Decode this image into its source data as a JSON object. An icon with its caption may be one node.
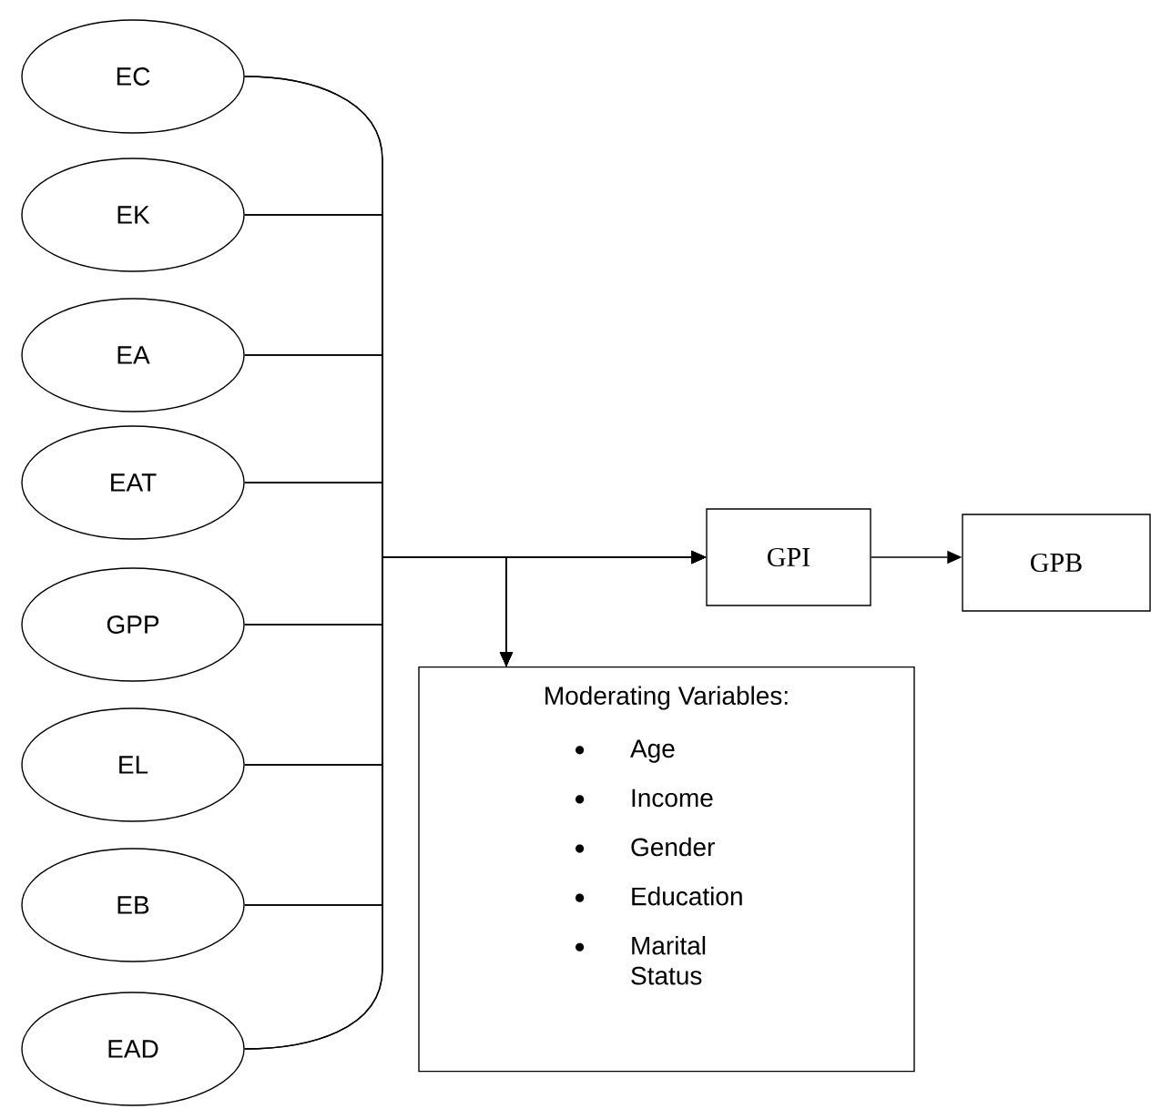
{
  "diagram": {
    "nodes": [
      {
        "text": [
          "EC"
        ]
      },
      {
        "text": [
          "EK"
        ]
      },
      {
        "text": [
          "EA"
        ]
      },
      {
        "text": [
          "EAT"
        ]
      },
      {
        "text": [
          "GPP"
        ]
      },
      {
        "text": [
          "EL"
        ]
      },
      {
        "text": [
          "EB"
        ]
      },
      {
        "text": [
          "EAD"
        ]
      },
      {
        "text": [
          "GPI"
        ]
      },
      {
        "text": [
          "GPB"
        ]
      },
      {
        "text": [
          "Moderating Variables:",
          "Age",
          "Income",
          "Gender",
          "Education",
          "Marital Status"
        ]
      }
    ],
    "edges": [
      {
        "from": 0,
        "to": 8,
        "arrow": "to"
      },
      {
        "from": 1,
        "to": 8,
        "arrow": "to"
      },
      {
        "from": 2,
        "to": 8,
        "arrow": "to"
      },
      {
        "from": 3,
        "to": 8,
        "arrow": "to"
      },
      {
        "from": 4,
        "to": 8,
        "arrow": "to"
      },
      {
        "from": 5,
        "to": 8,
        "arrow": "to"
      },
      {
        "from": 6,
        "to": 8,
        "arrow": "to"
      },
      {
        "from": 7,
        "to": 8,
        "arrow": "to"
      },
      {
        "from": 0,
        "to": 10,
        "arrow": "to"
      },
      {
        "from": 1,
        "to": 10,
        "arrow": "to"
      },
      {
        "from": 2,
        "to": 10,
        "arrow": "to"
      },
      {
        "from": 3,
        "to": 10,
        "arrow": "to"
      },
      {
        "from": 4,
        "to": 10,
        "arrow": "to"
      },
      {
        "from": 5,
        "to": 10,
        "arrow": "to"
      },
      {
        "from": 6,
        "to": 10,
        "arrow": "to"
      },
      {
        "from": 7,
        "to": 10,
        "arrow": "to"
      },
      {
        "from": 8,
        "to": 9,
        "arrow": "to"
      }
    ]
  }
}
